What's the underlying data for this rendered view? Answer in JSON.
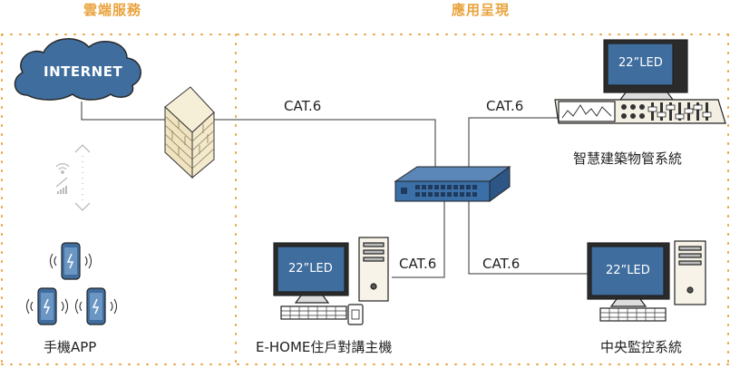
{
  "sections": {
    "cloud_title": "雲端服務",
    "app_title": "應用呈現"
  },
  "cloud": {
    "label": "INTERNET"
  },
  "links": {
    "firewall_to_switch": "CAT.6",
    "switch_to_building": "CAT.6",
    "switch_to_ehome": "CAT.6",
    "switch_to_cctv": "CAT.6"
  },
  "devices": {
    "building": {
      "screen": "22”LED",
      "label": "智慧建築物管系統"
    },
    "ehome": {
      "screen": "22”LED",
      "label": "E-HOME住戶對講主機"
    },
    "cctv": {
      "screen": "22”LED",
      "label": "中央監控系統"
    },
    "mobile": {
      "label": "手機APP"
    }
  },
  "colors": {
    "accent": "#E9A23B",
    "screen_blue": "#3F6E9E",
    "switch_blue": "#3B6FA8",
    "line": "#333333"
  }
}
